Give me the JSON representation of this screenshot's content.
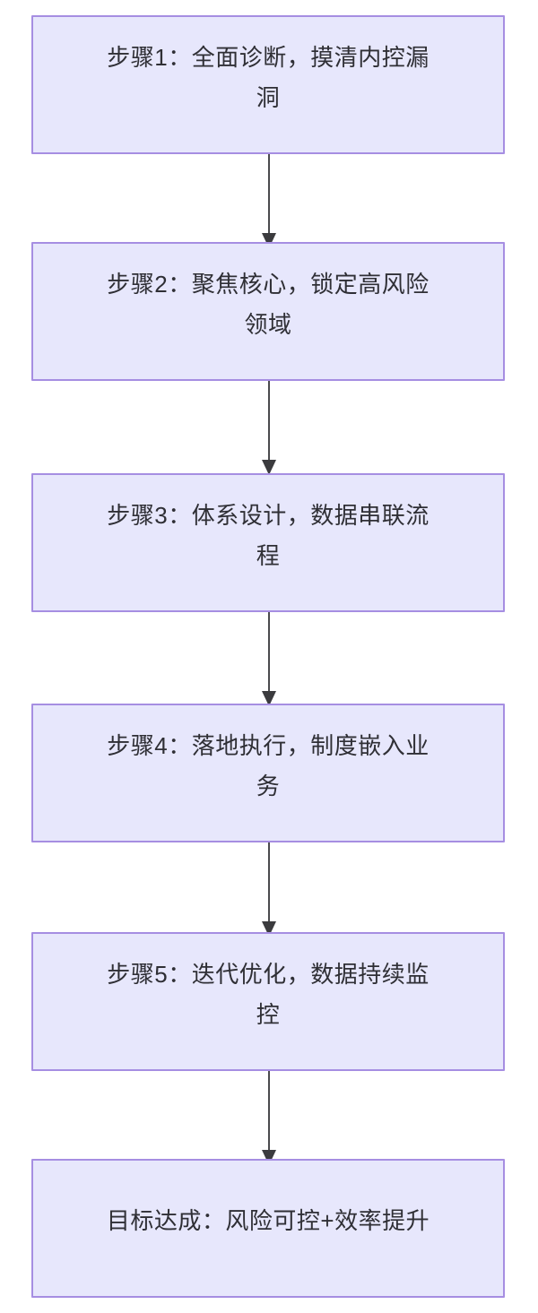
{
  "diagram": {
    "type": "flowchart",
    "orientation": "top-to-bottom",
    "background_color": "#ffffff",
    "node_fill_color": "#e7e7fc",
    "node_border_color": "#a68ee2",
    "node_text_color": "#2f2f35",
    "connector_color": "#4a4a4d",
    "nodes": [
      {
        "id": "step1",
        "label": "步骤1：全面诊断，摸清内控漏洞"
      },
      {
        "id": "step2",
        "label": "步骤2：聚焦核心，锁定高风险领域"
      },
      {
        "id": "step3",
        "label": "步骤3：体系设计，数据串联流程"
      },
      {
        "id": "step4",
        "label": "步骤4：落地执行，制度嵌入业务"
      },
      {
        "id": "step5",
        "label": "步骤5：迭代优化，数据持续监控"
      },
      {
        "id": "goal",
        "label": "目标达成：风险可控+效率提升"
      }
    ],
    "connectors": [
      {
        "id": "edge-1-2",
        "from": "step1",
        "to": "step2",
        "arrow": "down-arrow-icon"
      },
      {
        "id": "edge-2-3",
        "from": "step2",
        "to": "step3",
        "arrow": "down-arrow-icon"
      },
      {
        "id": "edge-3-4",
        "from": "step3",
        "to": "step4",
        "arrow": "down-arrow-icon"
      },
      {
        "id": "edge-4-5",
        "from": "step4",
        "to": "step5",
        "arrow": "down-arrow-icon"
      },
      {
        "id": "edge-5-goal",
        "from": "step5",
        "to": "goal",
        "arrow": "down-arrow-icon"
      }
    ]
  }
}
